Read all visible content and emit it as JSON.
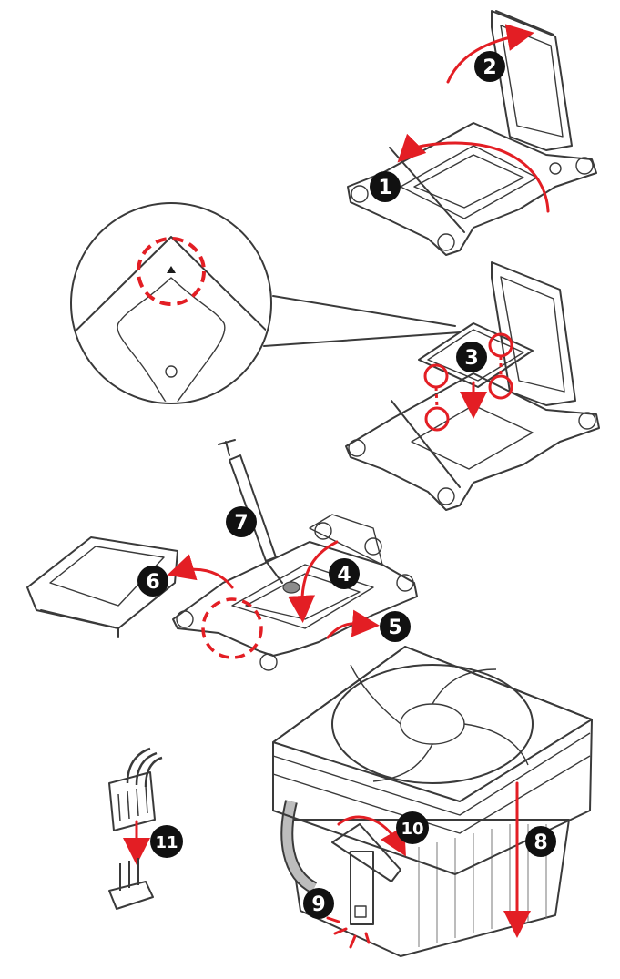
{
  "steps": [
    {
      "n": "1",
      "label": "1"
    },
    {
      "n": "2",
      "label": "2"
    },
    {
      "n": "3",
      "label": "3"
    },
    {
      "n": "4",
      "label": "4"
    },
    {
      "n": "5",
      "label": "5"
    },
    {
      "n": "6",
      "label": "6"
    },
    {
      "n": "7",
      "label": "7"
    },
    {
      "n": "8",
      "label": "8"
    },
    {
      "n": "9",
      "label": "9"
    },
    {
      "n": "10",
      "label": "10"
    },
    {
      "n": "11",
      "label": "11"
    }
  ],
  "colors": {
    "accent": "#e31e24",
    "outline": "#3a3a3a",
    "fill_gray": "#c9c9c9",
    "fill_light": "#e2e2e2",
    "badge": "#111111"
  }
}
